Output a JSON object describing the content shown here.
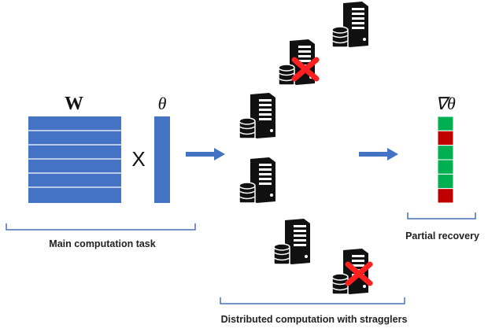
{
  "matrix_label": "W",
  "vector_label": "θ",
  "times_symbol": "X",
  "gradient_label": "∇θ",
  "main_task_label": "Main computation task",
  "distributed_label": "Distributed computation with stragglers",
  "partial_recovery_label": "Partial recovery",
  "colors": {
    "blue": "#4472c4",
    "green": "#00b050",
    "red": "#c00000",
    "bracket": "#4472c4",
    "cross": "#ff2020",
    "server": "#111111"
  },
  "icons": [
    "server-icon",
    "database-icon",
    "cross-icon",
    "arrow-right-icon"
  ],
  "servers": [
    {
      "status": "working"
    },
    {
      "status": "straggler"
    },
    {
      "status": "working"
    },
    {
      "status": "working"
    },
    {
      "status": "working"
    },
    {
      "status": "straggler"
    }
  ],
  "recovered_gradient_cells": [
    "green",
    "red",
    "green",
    "green",
    "green",
    "red"
  ]
}
